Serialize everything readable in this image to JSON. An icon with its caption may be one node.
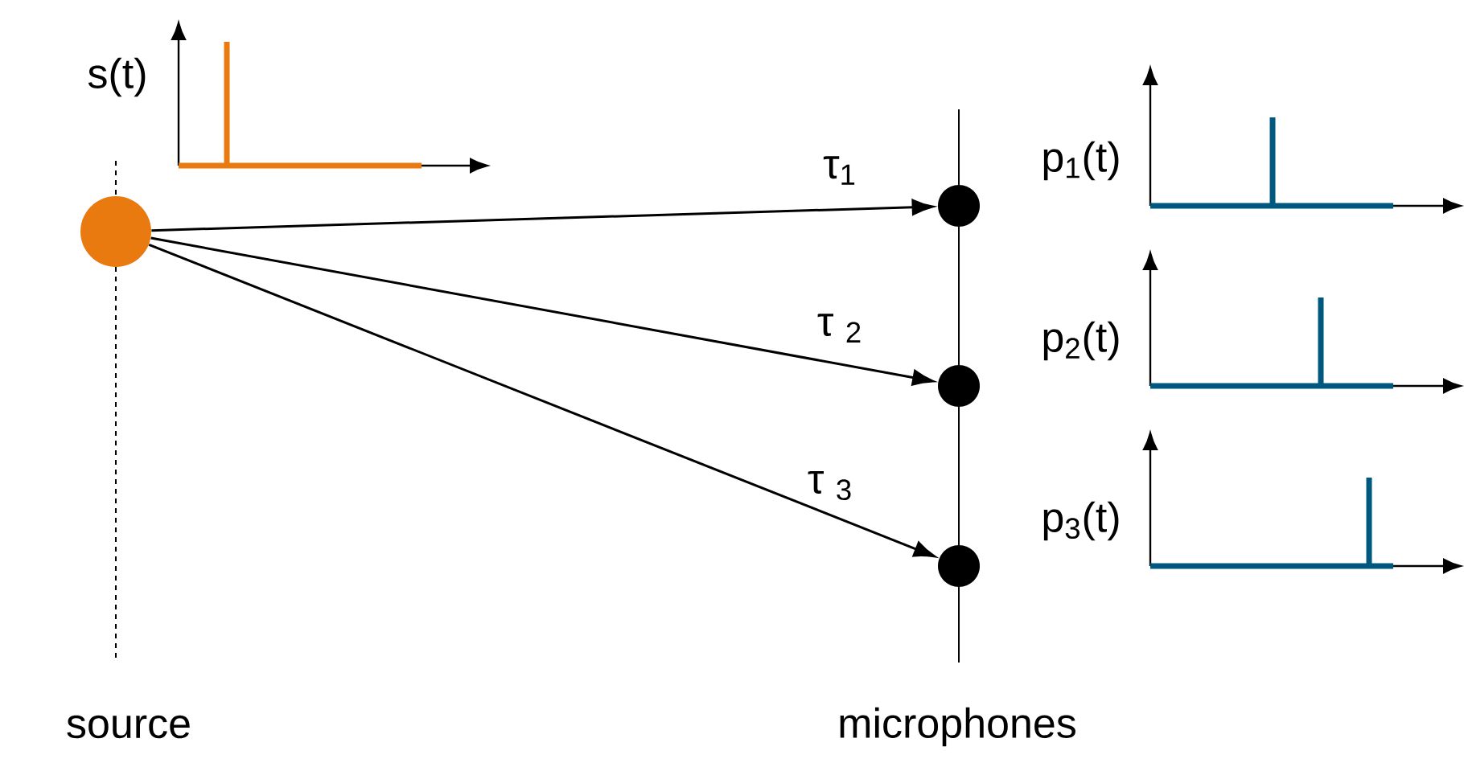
{
  "diagram": {
    "nodes": [
      {
        "text": [],
        "shape": "circle"
      },
      {
        "text": [],
        "shape": "circle"
      },
      {
        "text": [],
        "shape": "circle"
      },
      {
        "text": [],
        "shape": "circle"
      }
    ],
    "edges": [
      {
        "from": 0,
        "to": 1,
        "arrow": "to",
        "label": "τ$_{1}$"
      },
      {
        "from": 0,
        "to": 2,
        "arrow": "to",
        "label": "τ $_{2}$"
      },
      {
        "from": 0,
        "to": 3,
        "arrow": "to",
        "label": "τ $_{3}$"
      }
    ],
    "labels": [
      "s(t)",
      "p$_{1}$(t)",
      "p$_{2}$(t)",
      "p$_{3}$(t)",
      "source",
      "microphones"
    ]
  }
}
